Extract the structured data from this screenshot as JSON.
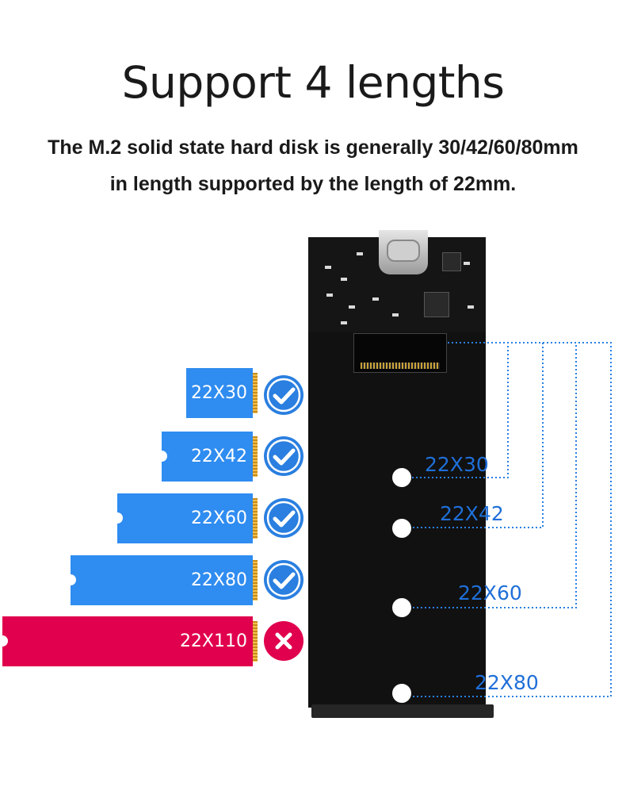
{
  "header": {
    "title": "Support 4 lengths",
    "subtitle_line1": "The M.2 solid state hard disk is generally 30/42/60/80mm",
    "subtitle_line2": "in length supported by the length of 22mm."
  },
  "sticks": [
    {
      "label": "22X30",
      "supported": true
    },
    {
      "label": "22X42",
      "supported": true
    },
    {
      "label": "22X60",
      "supported": true
    },
    {
      "label": "22X80",
      "supported": true
    },
    {
      "label": "22X110",
      "supported": false
    }
  ],
  "positions": [
    {
      "label": "22X30"
    },
    {
      "label": "22X42"
    },
    {
      "label": "22X60"
    },
    {
      "label": "22X80"
    }
  ],
  "colors": {
    "supported_stick": "#2f8cf0",
    "unsupported_stick": "#e0004d",
    "check_icon": "#2a7fe0",
    "cross_icon": "#e0004d",
    "label_text": "#1f6fd8",
    "dotted_line": "#2a7fe0",
    "enclosure": "#111111"
  },
  "icons": {
    "supported": "check-circle-icon",
    "unsupported": "x-circle-icon"
  }
}
